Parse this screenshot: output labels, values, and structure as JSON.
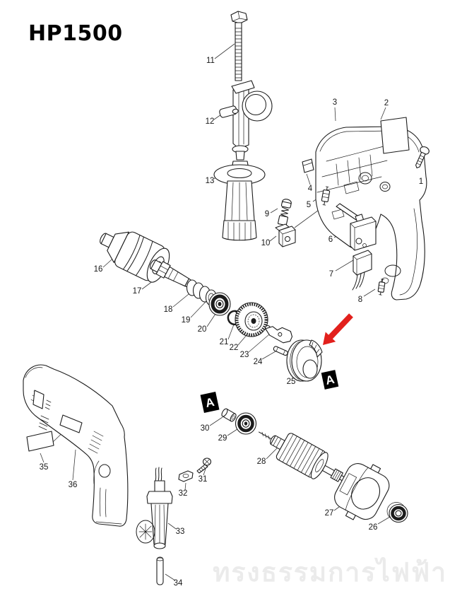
{
  "title": "HP1500",
  "watermark": "ทรงธรรมการไฟฟ้า",
  "markers": {
    "upper_a": "A",
    "lower_a": "A"
  },
  "highlight_arrow": {
    "color": "#e2201c"
  },
  "colors": {
    "background": "#ffffff",
    "line": "#1b1b1b",
    "marker_bg": "#000000",
    "marker_text": "#ffffff",
    "watermark": "#ebebeb"
  },
  "callouts": {
    "c1": "1",
    "c2": "2",
    "c3": "3",
    "c4": "4",
    "c5": "5",
    "c6": "6",
    "c7": "7",
    "c8": "8",
    "c9": "9",
    "c10": "10",
    "c11": "11",
    "c12": "12",
    "c13": "13",
    "c16": "16",
    "c17": "17",
    "c18": "18",
    "c19": "19",
    "c20": "20",
    "c21": "21",
    "c22": "22",
    "c23": "23",
    "c24": "24",
    "c25": "25",
    "c26": "26",
    "c27": "27",
    "c28": "28",
    "c29": "29",
    "c30": "30",
    "c31": "31",
    "c32": "32",
    "c33": "33",
    "c34": "34",
    "c35": "35",
    "c36": "36"
  }
}
